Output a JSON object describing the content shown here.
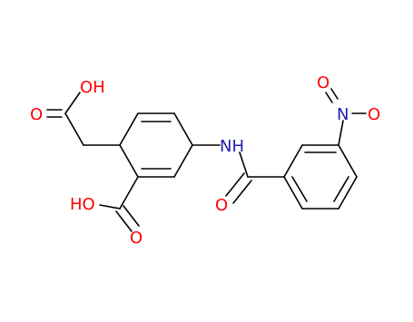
{
  "structure": {
    "atom_labels": {
      "acetic_oh": "OH",
      "acetic_o": "O",
      "carboxyl_oh": "HO",
      "carboxyl_o": "O",
      "amide_nh": "NH",
      "amide_o": "O",
      "nitro_o_top": "O",
      "nitro_n": "N",
      "nitro_o_right": "O"
    },
    "colors": {
      "bond": "#000000",
      "oxygen": "#ff0000",
      "nitrogen": "#1f1faa"
    }
  }
}
